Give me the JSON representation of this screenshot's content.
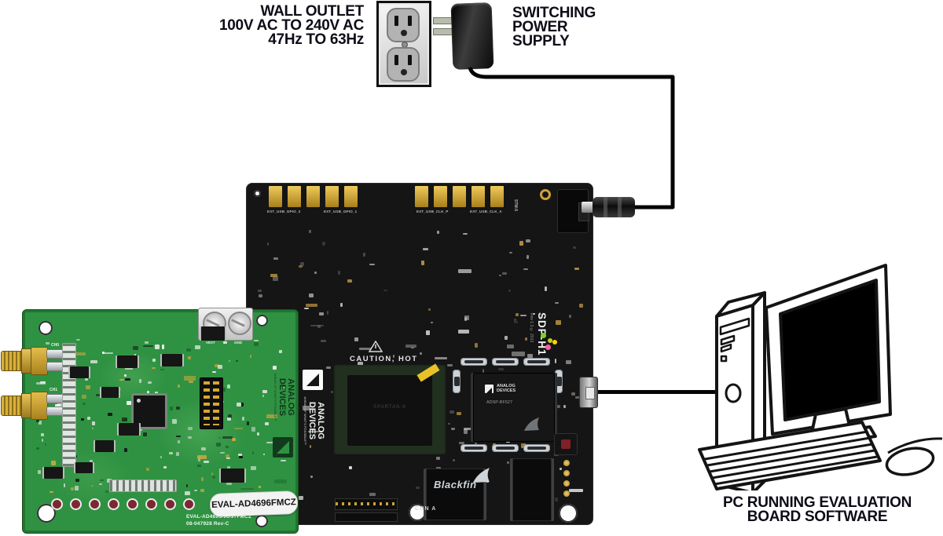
{
  "colors": {
    "eval_board_green": "#2f9242",
    "controller_board_black": "#151515",
    "gold_pad": "#d8a72c",
    "led_green": "#7ed321",
    "led_yellow": "#c3cc2a",
    "led_pink": "#ff5fa2",
    "led_amber": "#ffd400"
  },
  "wall_outlet": {
    "line1": "WALL OUTLET",
    "line2": "100V AC TO 240V AC",
    "line3": "47Hz TO 63Hz"
  },
  "switching_supply": {
    "line1": "SWITCHING",
    "line2": "POWER",
    "line3": "SUPPLY"
  },
  "pc_label": {
    "line1": "PC RUNNING EVALUATION",
    "line2": "BOARD SOFTWARE"
  },
  "controller_board": {
    "silk_name": "SDP-H1",
    "silk_revision": "Rev 1.3 © 2013",
    "silk_caution": "CAUTION, HOT",
    "silk_con_a": "CON A",
    "silk_stm": "STM-5",
    "blackfin_brand": "Blackfin",
    "pad_label_left_1": "EXT_USB_GPIO_3",
    "pad_label_left_2": "EXT_USB_GPIO_1",
    "pad_label_right_1": "EXT_USB_CLK_P",
    "pad_label_right_2": "EXT_USB_CLK_A",
    "adi_logo_line1": "ANALOG",
    "adi_logo_line2": "DEVICES",
    "adi_tagline": "AHEAD OF WHAT'S POSSIBLE™",
    "fpga_marking": "SPARTAN-6",
    "dsp_brand_line1": "ANALOG",
    "dsp_brand_line2": "DEVICES",
    "dsp_part": "ADSP-BF527"
  },
  "eval_board": {
    "sticker_label": "EVAL-AD4696FMCZ",
    "silk_line1": "EVAL-AD4695/96/97FMCZ",
    "silk_line2": "08-047928 Rev-C",
    "silk_ch0": "CH0",
    "silk_ch1": "CH1",
    "silk_vext": "VEXT",
    "silk_gnd": "GND",
    "adi_logo_line1": "ANALOG",
    "adi_logo_line2": "DEVICES",
    "adi_tagline": "AHEAD OF WHAT'S POSSIBLE™"
  }
}
